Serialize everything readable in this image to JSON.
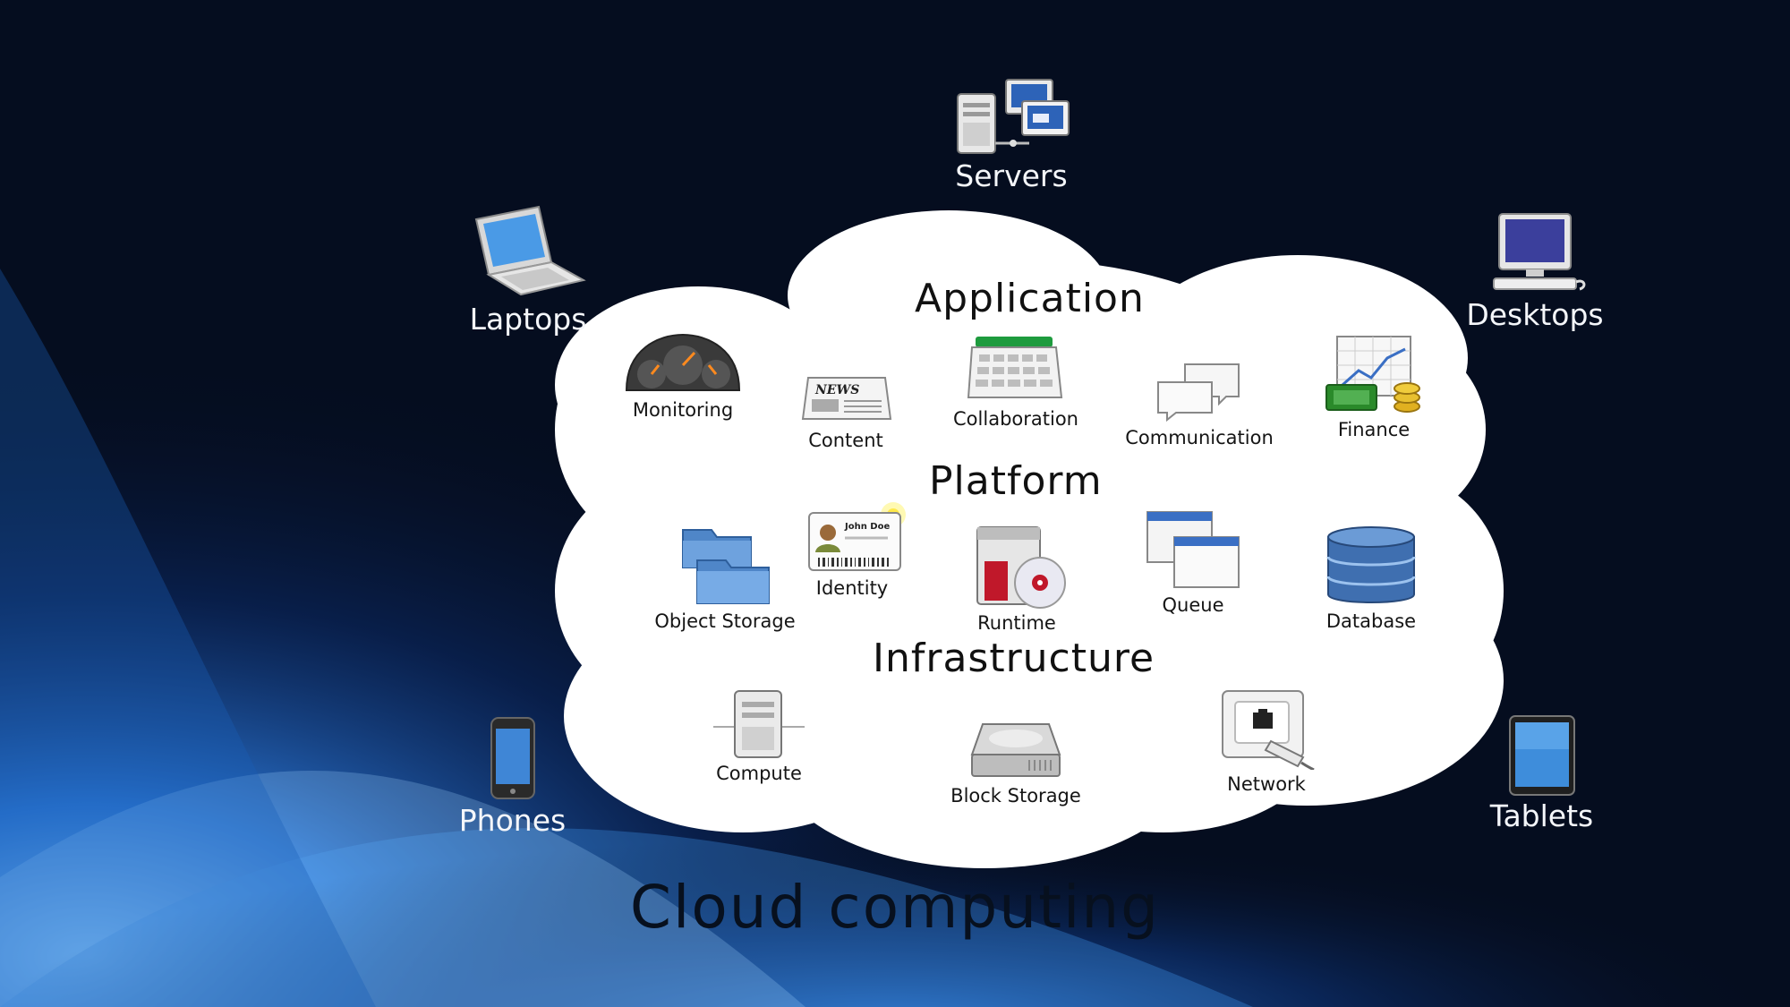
{
  "caption": "Cloud computing",
  "devices": {
    "servers": "Servers",
    "laptops": "Laptops",
    "desktops": "Desktops",
    "phones": "Phones",
    "tablets": "Tablets"
  },
  "layers": {
    "application": {
      "title": "Application",
      "items": [
        "Monitoring",
        "Content",
        "Collaboration",
        "Communication",
        "Finance"
      ]
    },
    "platform": {
      "title": "Platform",
      "items": [
        "Object Storage",
        "Identity",
        "Runtime",
        "Queue",
        "Database"
      ]
    },
    "infrastructure": {
      "title": "Infrastructure",
      "items": [
        "Compute",
        "Block Storage",
        "Network"
      ]
    }
  },
  "icon_text": {
    "news": "NEWS",
    "identity_card_name": "John Doe"
  },
  "colors": {
    "background": "#050d1f",
    "accent_blue": "#2f7fd6",
    "cloud": "#ffffff"
  }
}
